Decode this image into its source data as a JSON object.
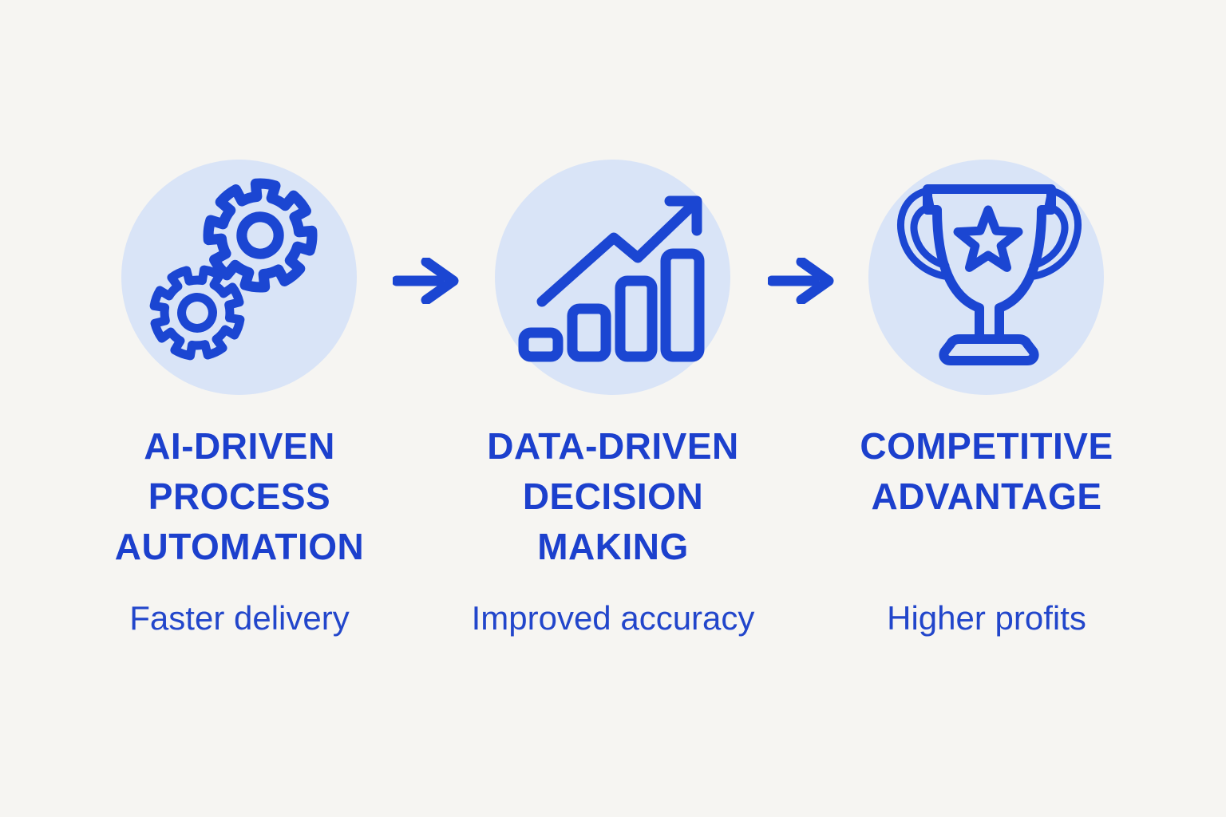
{
  "palette": {
    "background": "#f6f5f2",
    "circle_fill": "#d9e4f7",
    "accent": "#1b46d2",
    "heading_color": "#1c40cd",
    "subtitle_color": "#2246cb"
  },
  "steps": [
    {
      "title": "AI-DRIVEN\nPROCESS\nAUTOMATION",
      "subtitle": "Faster delivery",
      "icon": "gears-icon"
    },
    {
      "title": "DATA-DRIVEN\nDECISION\nMAKING",
      "subtitle": "Improved accuracy",
      "icon": "growth-chart-icon"
    },
    {
      "title": "COMPETITIVE\nADVANTAGE",
      "subtitle": "Higher profits",
      "icon": "trophy-icon"
    }
  ],
  "connectors": [
    {
      "icon": "right-arrow-icon"
    },
    {
      "icon": "right-arrow-icon"
    }
  ]
}
